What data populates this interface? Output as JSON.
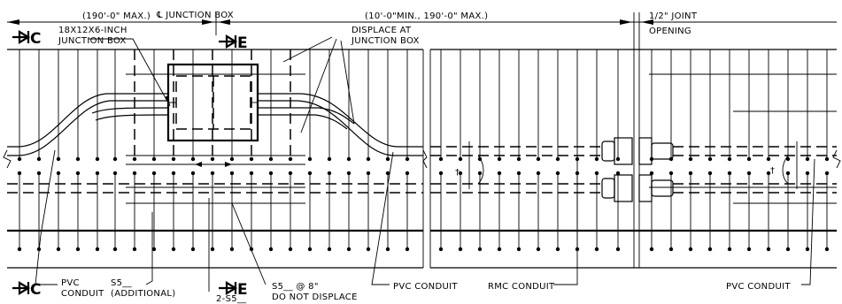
{
  "dimensions": {
    "left_max": "(190'-0\" MAX.)",
    "center_label": "℄  JUNCTION BOX",
    "right_range": "(10'-0\"MIN., 190'-0\" MAX.)",
    "joint_label_fraction": "1/2",
    "joint_label_line1": "\" JOINT",
    "joint_label_line2": "OPENING"
  },
  "section_marks": {
    "c_top": "C",
    "e_top": "E",
    "c_bottom": "C",
    "e_bottom": "E"
  },
  "callouts": {
    "junction_box_line1": "18X12X6-INCH",
    "junction_box_line2": "JUNCTION BOX",
    "displace_line1": "DISPLACE AT",
    "displace_line2": "JUNCTION BOX",
    "pvc_conduit_left_line1": "PVC",
    "pvc_conduit_left_line2": "CONDUIT",
    "s5_additional_line1": "S5__",
    "s5_additional_line2": "(ADDITIONAL)",
    "two_s5": "2-S5__",
    "s5_spacing_line1": "S5__ @ 8\"",
    "s5_spacing_line2": "DO NOT DISPLACE",
    "pvc_conduit_mid": "PVC CONDUIT",
    "rmc_conduit": "RMC CONDUIT",
    "pvc_conduit_right": "PVC CONDUIT",
    "dagger_left": "†",
    "dagger_right": "†"
  }
}
